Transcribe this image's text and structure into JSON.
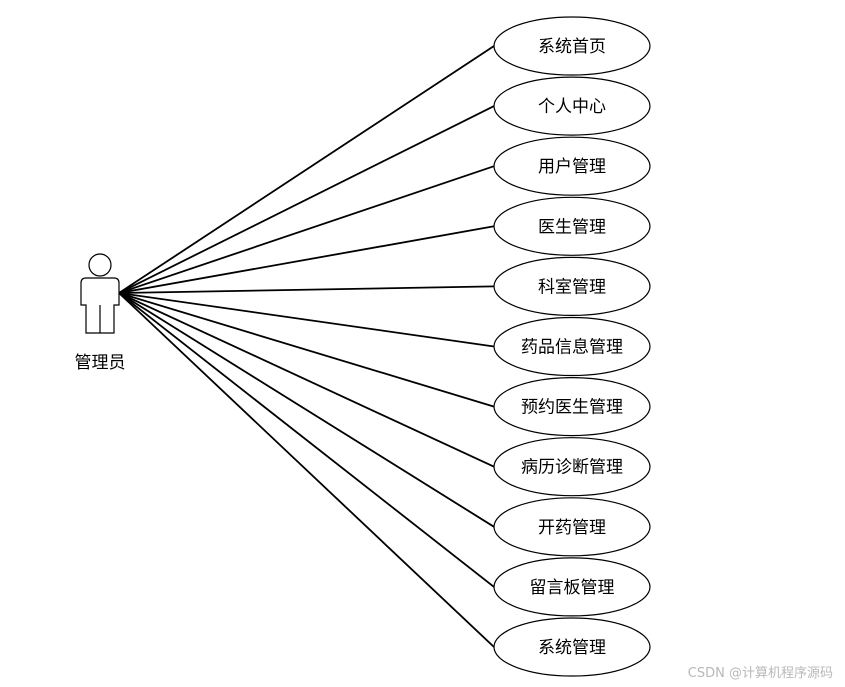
{
  "actor": {
    "label": "管理员"
  },
  "use_cases": [
    {
      "label": "系统首页"
    },
    {
      "label": "个人中心"
    },
    {
      "label": "用户管理"
    },
    {
      "label": "医生管理"
    },
    {
      "label": "科室管理"
    },
    {
      "label": "药品信息管理"
    },
    {
      "label": "预约医生管理"
    },
    {
      "label": "病历诊断管理"
    },
    {
      "label": "开药管理"
    },
    {
      "label": "留言板管理"
    },
    {
      "label": "系统管理"
    }
  ],
  "watermark": {
    "text": "CSDN @计算机程序源码"
  },
  "colors": {
    "stroke": "#000000",
    "background": "#ffffff",
    "watermark": "#b8b8b8"
  }
}
